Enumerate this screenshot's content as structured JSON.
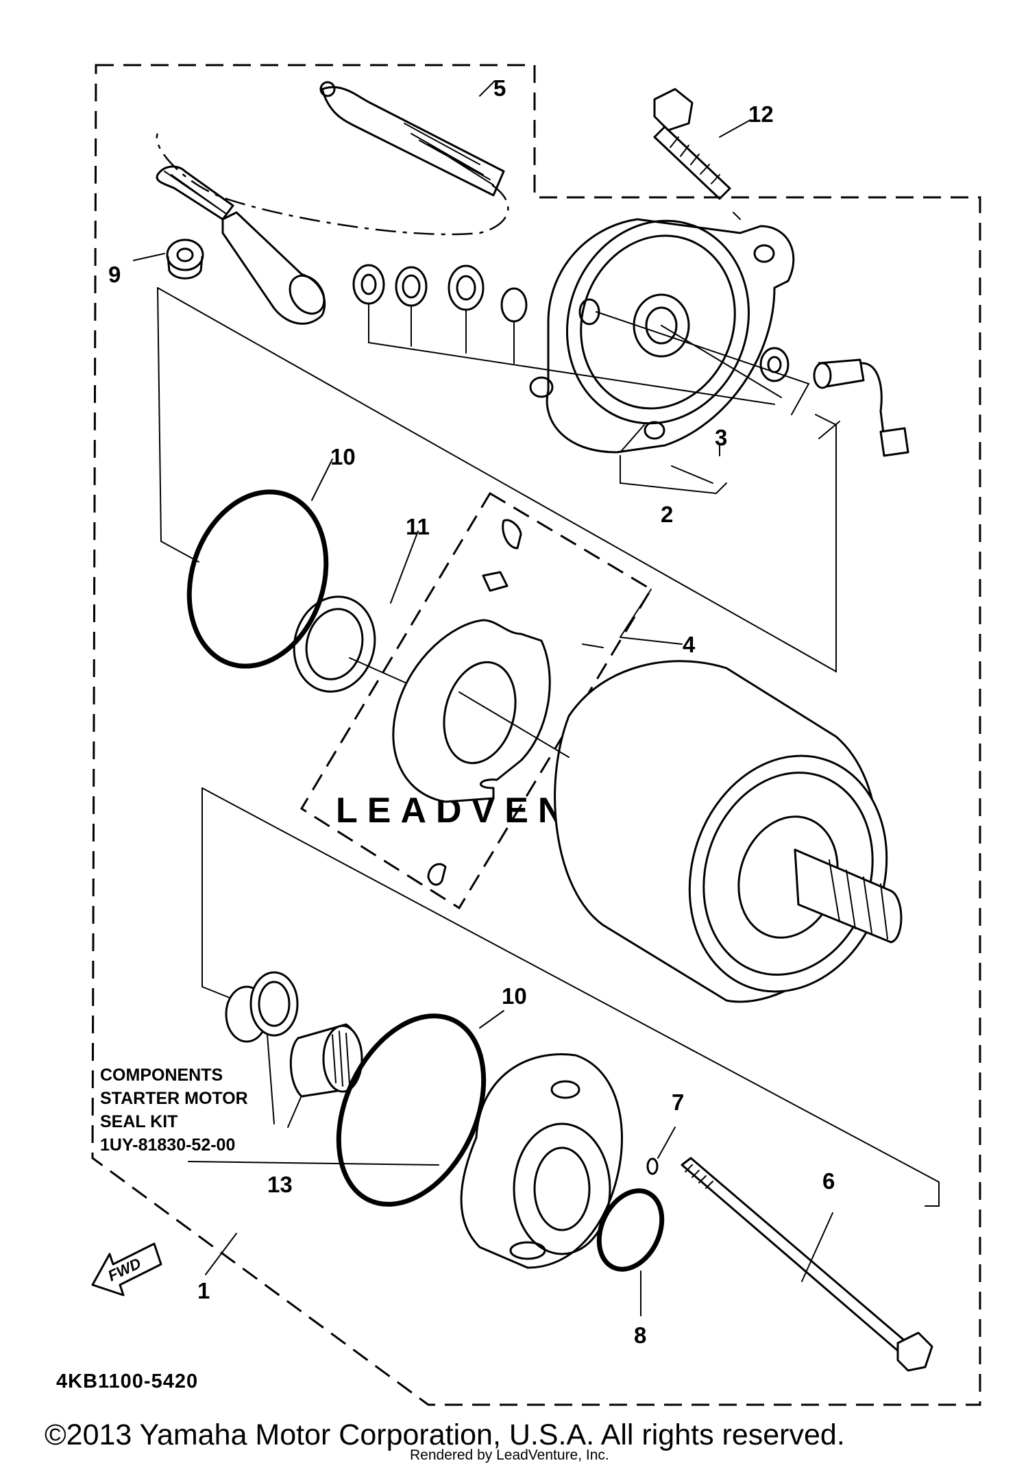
{
  "callouts": {
    "c1": "1",
    "c2": "2",
    "c3": "3",
    "c4": "4",
    "c5": "5",
    "c6": "6",
    "c7": "7",
    "c8": "8",
    "c9": "9",
    "c10a": "10",
    "c10b": "10",
    "c11": "11",
    "c12": "12",
    "c13": "13"
  },
  "seal_kit_note": {
    "line1": "COMPONENTS",
    "line2": "STARTER MOTOR",
    "line3": "SEAL KIT",
    "line4": "1UY-81830-52-00"
  },
  "diagram_code": "4KB1100-5420",
  "fwd_label": "FWD",
  "watermark": "LEADVENTURE",
  "copyright": "©2013 Yamaha Motor Corporation, U.S.A. All rights reserved.",
  "rendered_by": "Rendered by LeadVenture, Inc."
}
